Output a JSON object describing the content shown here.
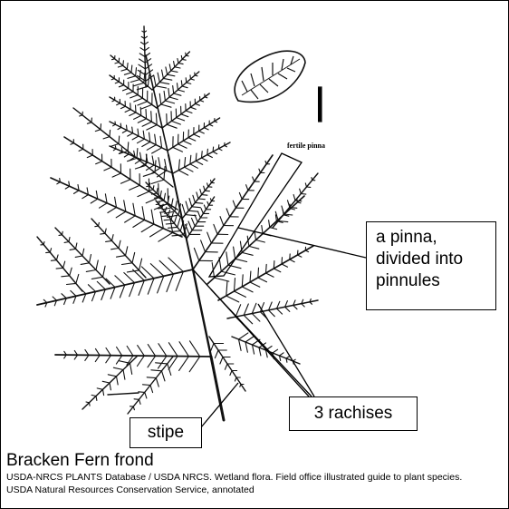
{
  "diagram": {
    "labels": {
      "pinna": "a pinna, divided into pinnules",
      "rachises": "3 rachises",
      "stipe": "stipe"
    },
    "inset_label": "fertile pinna",
    "caption": {
      "title": "Bracken Fern frond",
      "credit": "USDA-NRCS PLANTS Database / USDA NRCS. Wetland flora. Field office illustrated guide to plant species. USDA Natural Resources Conservation Service, annotated"
    },
    "colors": {
      "ink": "#000000",
      "background": "#ffffff"
    }
  }
}
